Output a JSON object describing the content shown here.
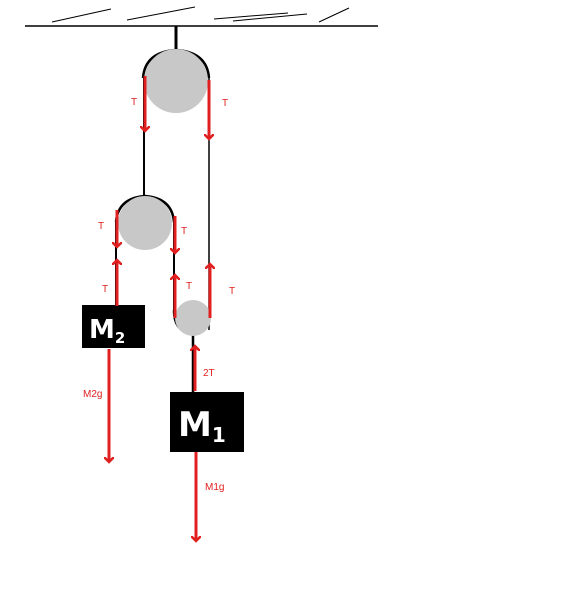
{
  "colors": {
    "rope": "#000000",
    "pulley": "#c8c8c8",
    "force": "#e02020",
    "mass_block": "#000000",
    "mass_text": "#ffffff",
    "ceiling": "#000000"
  },
  "labels": {
    "top_left_tension": "T",
    "top_right_tension": "T",
    "mid_left_tension_down": "T",
    "mid_left_tension_up": "T",
    "mid_right_tension": "T",
    "small_left_tension": "T",
    "small_right_tension": "T",
    "m1_tension": "2T",
    "m2_weight": "M2g",
    "m1_weight": "M1g"
  },
  "masses": {
    "m2": {
      "letter": "M",
      "subscript": "2"
    },
    "m1": {
      "letter": "M",
      "subscript": "1"
    }
  }
}
